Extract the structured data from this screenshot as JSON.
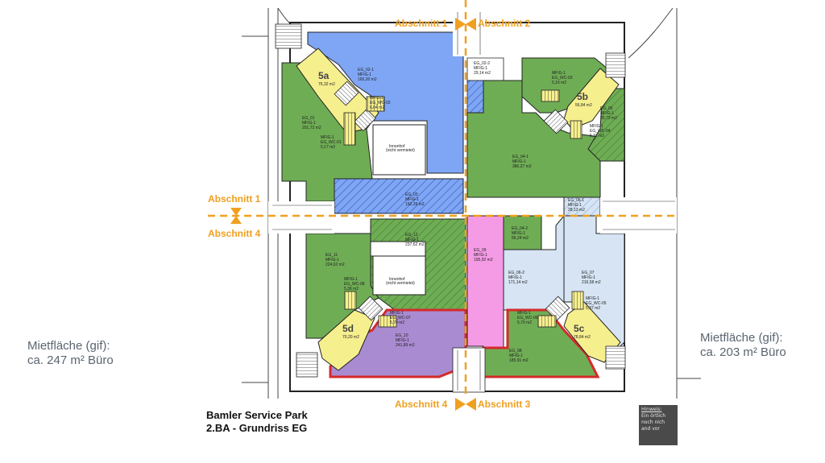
{
  "sections": {
    "top_left": "Abschnitt 1",
    "top_right": "Abschnitt 2",
    "left_upper": "Abschnitt 1",
    "left_lower": "Abschnitt 4",
    "bottom_left": "Abschnitt 4",
    "bottom_right": "Abschnitt 3"
  },
  "cores": {
    "c5a": "5a",
    "c5b": "5b",
    "c5c": "5c",
    "c5d": "5d"
  },
  "core_areas": {
    "c5a": "76,32 m2",
    "c5b": "56,84 m2",
    "c5c": "78,84 m2",
    "c5d": "70,20 m2"
  },
  "rooms": {
    "eg02_1": [
      "EG_02-1",
      "MFIG-1",
      "165,20 m2"
    ],
    "eg02_2": [
      "EG_02-2",
      "MFIG-1",
      "29,14 m2"
    ],
    "eg01": [
      "EG_01",
      "MFIG-1",
      "201,72 m2"
    ],
    "wc02": [
      "MFIG-1",
      "EG_WC-02",
      "6,04 m2"
    ],
    "wc01": [
      "MFIG-1",
      "EG_WC-01",
      "5,17 m2"
    ],
    "eg03": [
      "EG_03",
      "MFIG-1",
      "192,39 m2"
    ],
    "eg04_1": [
      "EG_04-1",
      "MFIG-1",
      "386,27 m2"
    ],
    "wc03": [
      "MFIG-1",
      "EG_WC-03",
      "5,16 m2"
    ],
    "eg05": [
      "EG_05",
      "MFIG-1",
      "93,73 m2"
    ],
    "wc04": [
      "MFIG-1",
      "EG_WC-04",
      "5,37 m2"
    ],
    "eg06_1": [
      "EG_06-1",
      "MFIG-1",
      "28,13 m2"
    ],
    "eg12": [
      "EG_12",
      "MFIG-1",
      "237,62 m2"
    ],
    "eg11": [
      "EG_11",
      "MFIG-1",
      "224,62 m2"
    ],
    "wc08": [
      "MFIG-1",
      "EG_WC-08",
      "5,36 m2"
    ],
    "eg09": [
      "EG_09",
      "MFIG-1",
      "195,92 m2"
    ],
    "eg04_2": [
      "EG_04-2",
      "MFIG-1",
      "56,24 m2"
    ],
    "eg06_2": [
      "EG_06-2",
      "MFIG-1",
      "171,14 m2"
    ],
    "eg07": [
      "EG_07",
      "MFIG-1",
      "216,58 m2"
    ],
    "wc07": [
      "MFIG-1",
      "EG_WC-07",
      "5,70 m2"
    ],
    "wc06": [
      "MFIG-1",
      "EG_WC-06",
      "5,70 m2"
    ],
    "wc05": [
      "MFIG-1",
      "EG_WC-05",
      "5,37 m2"
    ],
    "eg10": [
      "EG_10",
      "MFIG-1",
      "241,89 m2"
    ],
    "eg08": [
      "EG_08",
      "MFIG-1",
      "185,91 m2"
    ]
  },
  "courtyards": {
    "top": [
      "Innenhof",
      "(nicht vermietet)"
    ],
    "bottom": [
      "Innenhof",
      "(nicht vermietet)"
    ]
  },
  "side_notes": {
    "left": [
      "Mietfläche (gif):",
      "ca. 247 m² Büro"
    ],
    "right": [
      "Mietfläche (gif):",
      "ca. 203 m² Büro"
    ]
  },
  "title": [
    "Bamler Service Park",
    "2.BA - Grundriss EG"
  ],
  "hint": {
    "title": "Hinweis:",
    "lines": [
      "Ein örtlich",
      "noch nich",
      "and vor"
    ]
  },
  "colors": {
    "green": "#6fad55",
    "blue": "#7fa6f5",
    "light_blue": "#d6e4f4",
    "pink": "#f59be6",
    "purple": "#a98bd1",
    "yellow": "#f6ef8e",
    "section_line": "#f0a020",
    "highlight": "#d42a2a"
  }
}
